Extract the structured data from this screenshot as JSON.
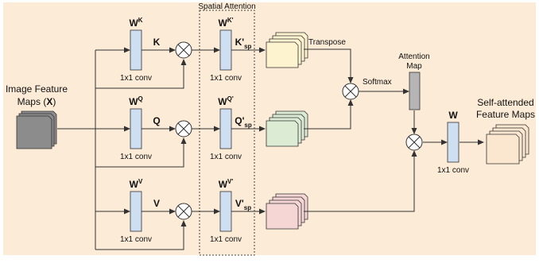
{
  "colors": {
    "background": "#fcebd6",
    "conv_block": "#cfdff2",
    "attention_map": "#b5b5b5",
    "input_maps": "#8c8c8c",
    "key_maps": "#fdf3cf",
    "query_maps": "#dcebd3",
    "value_maps": "#f6d5d5",
    "output_maps": "#fbe6cf",
    "line": "#333333"
  },
  "input": {
    "line1": "Image Feature",
    "line2_prefix": "Maps (",
    "line2_var": "X",
    "line2_suffix": ")"
  },
  "group_label": "Spatial Attention",
  "branches": [
    {
      "w": "W",
      "w_sup": "K",
      "var": "K",
      "w2": "W",
      "w2_sup": "K'",
      "sp_main": "K'",
      "sp_sub": "sp",
      "conv": "1x1 conv",
      "conv2": "1x1 conv"
    },
    {
      "w": "W",
      "w_sup": "Q",
      "var": "Q",
      "w2": "W",
      "w2_sup": "Q'",
      "sp_main": "Q'",
      "sp_sub": "sp",
      "conv": "1x1 conv",
      "conv2": "1x1 conv"
    },
    {
      "w": "W",
      "w_sup": "V",
      "var": "V",
      "w2": "W",
      "w2_sup": "V'",
      "sp_main": "V'",
      "sp_sub": "sp",
      "conv": "1x1 conv",
      "conv2": "1x1 conv"
    }
  ],
  "transpose": "Transpose",
  "softmax": "Softmax",
  "attention_map": {
    "line1": "Attention",
    "line2": "Map"
  },
  "final_w": "W",
  "final_conv": "1x1 conv",
  "output": {
    "line1": "Self-attended",
    "line2": "Feature Maps"
  }
}
